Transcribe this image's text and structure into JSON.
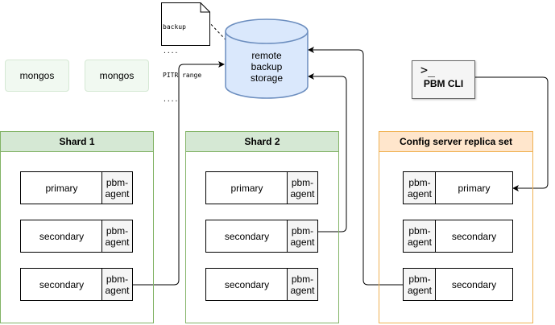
{
  "note": {
    "lines": [
      "backup",
      "....",
      "PITR range",
      "...."
    ]
  },
  "storage": {
    "lines": [
      "remote",
      "backup",
      "storage"
    ]
  },
  "mongos": [
    {
      "label": "mongos"
    },
    {
      "label": "mongos"
    }
  ],
  "cli": {
    "prompt": ">_",
    "label": "PBM CLI"
  },
  "shard1": {
    "title": "Shard 1",
    "members": [
      {
        "role": "primary",
        "agent": "pbm-\nagent"
      },
      {
        "role": "secondary",
        "agent": "pbm-\nagent"
      },
      {
        "role": "secondary",
        "agent": "pbm-\nagent"
      }
    ]
  },
  "shard2": {
    "title": "Shard 2",
    "members": [
      {
        "role": "primary",
        "agent": "pbm-\nagent"
      },
      {
        "role": "secondary",
        "agent": "pbm-\nagent"
      },
      {
        "role": "secondary",
        "agent": "pbm-\nagent"
      }
    ]
  },
  "config": {
    "title": "Config server replica set",
    "members": [
      {
        "role": "primary",
        "agent": "pbm-\nagent"
      },
      {
        "role": "secondary",
        "agent": "pbm-\nagent"
      },
      {
        "role": "secondary",
        "agent": "pbm-\nagent"
      }
    ]
  },
  "colors": {
    "shard_fill": "#d5e8d4",
    "shard_border": "#82b366",
    "config_fill": "#ffe6cc",
    "config_border": "#f0b253",
    "storage_fill": "#dae8fc",
    "storage_border": "#6c8ebf",
    "mongos_fill": "#f1f9f1",
    "agent_fill": "#f5f5f5"
  }
}
